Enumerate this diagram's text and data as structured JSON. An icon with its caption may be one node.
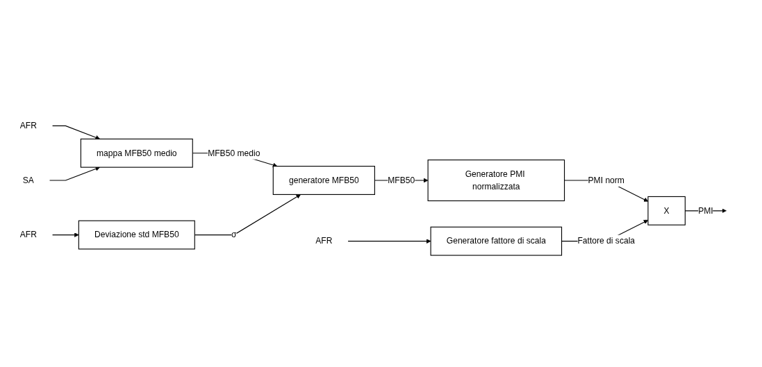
{
  "diagram": {
    "nodes": [
      {
        "text": [
          "AFR"
        ]
      },
      {
        "text": [
          "mappa MFB50 medio"
        ]
      },
      {
        "text": [
          "SA"
        ]
      },
      {
        "text": [
          "generatore MFB50"
        ]
      },
      {
        "text": [
          "Generatore PMI normalizzata"
        ]
      },
      {
        "text": [
          "AFR"
        ]
      },
      {
        "text": [
          "Deviazione std MFB50"
        ]
      },
      {
        "text": [
          "X"
        ]
      },
      {
        "text": [
          "AFR"
        ]
      },
      {
        "text": [
          "Generatore fattore di scala"
        ]
      }
    ],
    "edges": [
      {
        "from": 0,
        "to": 1,
        "arrow": "to"
      },
      {
        "from": 2,
        "to": 1,
        "arrow": "to"
      },
      {
        "from": 1,
        "to": 3,
        "arrow": "to",
        "label": "MFB50 medio"
      },
      {
        "from": 6,
        "to": 3,
        "arrow": "to",
        "label": "σ"
      },
      {
        "from": 3,
        "to": 4,
        "arrow": "to",
        "label": "MFB50"
      },
      {
        "from": 4,
        "to": 7,
        "arrow": "to",
        "label": "PMI norm"
      },
      {
        "from": 5,
        "to": 6,
        "arrow": "to"
      },
      {
        "from": 8,
        "to": 9,
        "arrow": "to"
      },
      {
        "from": 9,
        "to": 7,
        "arrow": "to",
        "label": "Fattore di scala"
      },
      {
        "from": 7,
        "to": null,
        "arrow": "to",
        "label": "PMI"
      }
    ]
  }
}
